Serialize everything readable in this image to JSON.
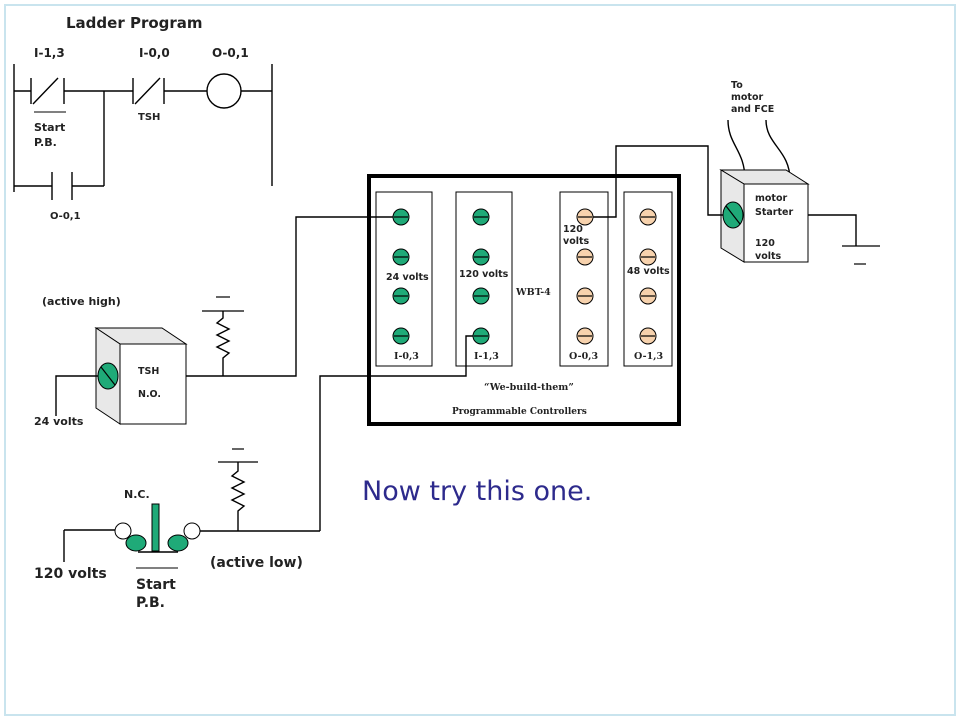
{
  "ladder": {
    "title": "Ladder Program",
    "contact1": "I-1,3",
    "contact2": "I-0,0",
    "coil": "O-0,1",
    "start_pb_1": "Start",
    "start_pb_2": "P.B.",
    "tsh": "TSH",
    "seal_in": "O-0,1"
  },
  "sensor": {
    "active_high": "(active high)",
    "tsh": "TSH",
    "no": "N.O.",
    "supply": "24 volts"
  },
  "pushbutton": {
    "nc": "N.C.",
    "supply": "120 volts",
    "start_1": "Start",
    "start_2": "P.B.",
    "active_low": "(active low)"
  },
  "plc": {
    "in0_volts": "24 volts",
    "in1_volts": "120  volts",
    "out0_volts_1": "120",
    "out0_volts_2": "volts",
    "out1_volts": "48 volts",
    "model": "WBT-4",
    "in0": "I-0,3",
    "in1": "I-1,3",
    "out0": "O-0,3",
    "out1": "O-1,3",
    "brand": "“We-build-them”",
    "product": "Programmable Controllers"
  },
  "motor": {
    "to_1": "To",
    "to_2": "motor",
    "to_3": "and FCE",
    "label_1": "motor",
    "label_2": "Starter",
    "volts_1": "120",
    "volts_2": "volts"
  },
  "prompt": "Now try this one.",
  "colors": {
    "green_terminal": "#1faa78",
    "peach_terminal": "#f7d2ad",
    "prompt": "#2d2a8c"
  }
}
